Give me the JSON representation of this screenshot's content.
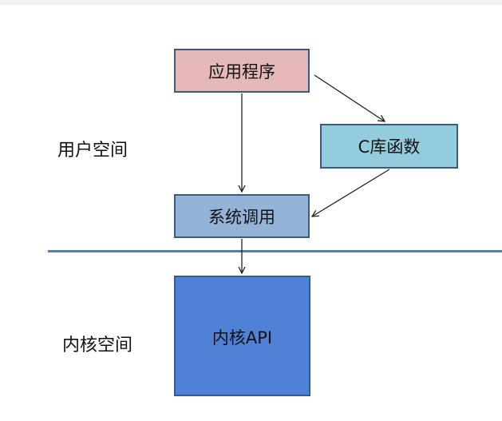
{
  "labels": {
    "user_space": "用户空间",
    "kernel_space": "内核空间"
  },
  "boxes": {
    "application": {
      "label": "应用程序",
      "fill": "#e6b9b8"
    },
    "c_library": {
      "label": "C库函数",
      "fill": "#93cddd"
    },
    "system_call": {
      "label": "系统调用",
      "fill": "#95b3d7"
    },
    "kernel_api": {
      "label": "内核API",
      "fill": "#4f81d6"
    }
  },
  "colors": {
    "border": "#3a5a86",
    "divider": "#4f7fb3",
    "arrow": "#222222"
  }
}
